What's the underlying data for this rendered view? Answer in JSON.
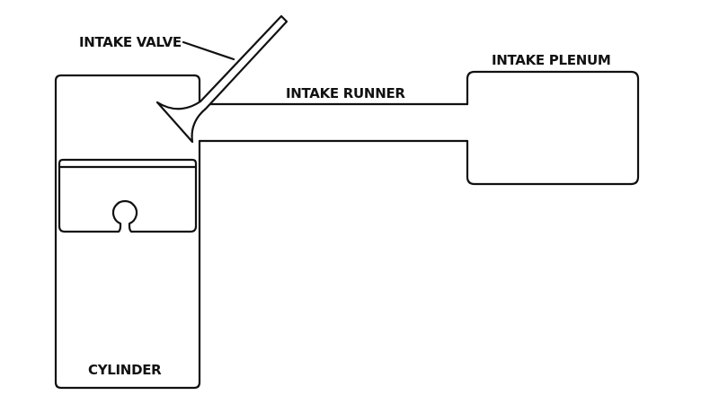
{
  "labels": {
    "intake_valve": "INTAKE VALVE",
    "intake_runner": "INTAKE RUNNER",
    "intake_plenum": "INTAKE PLENUM",
    "cylinder": "CYLINDER"
  },
  "colors": {
    "line": "#111111",
    "background": "#ffffff"
  }
}
